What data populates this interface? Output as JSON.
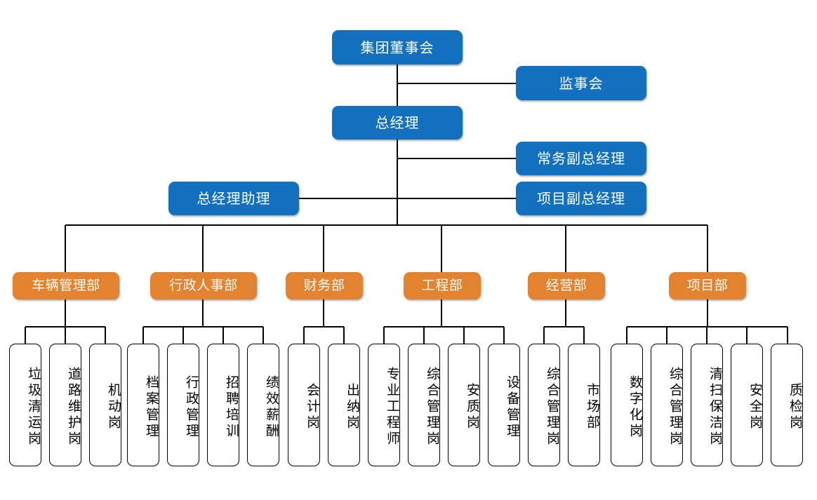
{
  "meta": {
    "title": "集团组织架构图",
    "colors": {
      "blue": "#1270BE",
      "orange": "#E3822F",
      "line": "#000000",
      "leaf_bg": "#FFFFFF",
      "leaf_text": "#000000",
      "background": "#FFFFFF"
    }
  },
  "executive": {
    "board": "集团董事会",
    "supervisory": "监事会",
    "general_manager": "总经理",
    "executive_vice_gm": "常务副总经理",
    "project_vice_gm": "项目副总经理",
    "gm_assistant": "总经理助理"
  },
  "departments": [
    {
      "name": "车辆管理部",
      "positions": [
        "垃圾清运岗",
        "道路维护岗",
        "机动岗"
      ]
    },
    {
      "name": "行政人事部",
      "positions": [
        "档案管理",
        "行政管理",
        "招聘培训",
        "绩效薪酬"
      ]
    },
    {
      "name": "财务部",
      "positions": [
        "会计岗",
        "出纳岗"
      ]
    },
    {
      "name": "工程部",
      "positions": [
        "专业工程师",
        "综合管理岗",
        "安质岗",
        "设备管理"
      ]
    },
    {
      "name": "经营部",
      "positions": [
        "综合管理岗",
        "市场部"
      ]
    },
    {
      "name": "项目部",
      "positions": [
        "数字化岗",
        "综合管理岗",
        "清扫保洁岗",
        "安全岗",
        "质检岗"
      ]
    }
  ]
}
